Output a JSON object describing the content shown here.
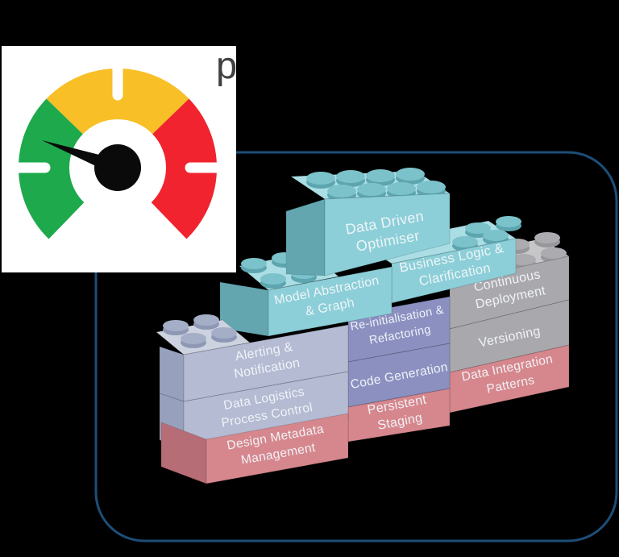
{
  "background_color": "#000000",
  "frame": {
    "stroke_color": "#1d4e79"
  },
  "gauge": {
    "partial_text": "p",
    "card_bg": "#ffffff",
    "partial_text_color": "#404040",
    "segment_colors": {
      "green": "#1ea94c",
      "yellow": "#f8bf27",
      "red": "#f0232e"
    },
    "needle_color": "#0a0a0a"
  },
  "palette": {
    "teal": {
      "front": "#8ccfd8",
      "top": "#abdee4",
      "side": "#63a6b0",
      "stud": "#7cc2cb",
      "stud_rim": "#5da6b0"
    },
    "gray": {
      "front": "#a9a9ad",
      "top": "#c6c6c9",
      "side": "#8f8f93",
      "stud": "#acacb0",
      "stud_rim": "#97979b"
    },
    "periwinkle": {
      "front": "#b4bbd2",
      "top": "#cdd2e0",
      "side": "#97a1bd",
      "stud": "#a4aec7",
      "stud_rim": "#8e98b4"
    },
    "purple": {
      "front": "#8b90c1",
      "top": "#a6aad0",
      "side": "#7277a8",
      "stud": "#9a9ec9",
      "stud_rim": "#8287b5"
    },
    "red": {
      "front": "#d5878d",
      "top": "#e2a3a8",
      "side": "#b66d75",
      "stud": "#c97f86",
      "stud_rim": "#b06c73"
    }
  },
  "bricks": [
    {
      "id": "data-driven-optimiser",
      "color": "teal",
      "lines": [
        "Data Driven",
        "Optimiser"
      ]
    },
    {
      "id": "model-abstraction-graph",
      "color": "teal",
      "lines": [
        "Model Abstraction",
        "& Graph"
      ]
    },
    {
      "id": "business-logic-clarification",
      "color": "teal",
      "lines": [
        "Business Logic &",
        "Clarification"
      ]
    },
    {
      "id": "continuous-deployment",
      "color": "gray",
      "lines": [
        "Continuous",
        "Deployment"
      ]
    },
    {
      "id": "re-initialisation-refactoring",
      "color": "purple",
      "lines": [
        "Re-initialisation &",
        "Refactoring"
      ]
    },
    {
      "id": "versioning",
      "color": "gray",
      "lines": [
        "Versioning"
      ]
    },
    {
      "id": "alerting-notification",
      "color": "periwinkle",
      "lines": [
        "Alerting &",
        "Notification"
      ]
    },
    {
      "id": "code-generation",
      "color": "purple",
      "lines": [
        "Code Generation"
      ]
    },
    {
      "id": "data-integration-patterns",
      "color": "red",
      "lines": [
        "Data Integration",
        "Patterns"
      ]
    },
    {
      "id": "data-logistics-process-control",
      "color": "periwinkle",
      "lines": [
        "Data Logistics",
        "Process Control"
      ]
    },
    {
      "id": "persistent-staging",
      "color": "red",
      "lines": [
        "Persistent",
        "Staging"
      ]
    },
    {
      "id": "design-metadata-management",
      "color": "red",
      "lines": [
        "Design Metadata",
        "Management"
      ]
    }
  ]
}
